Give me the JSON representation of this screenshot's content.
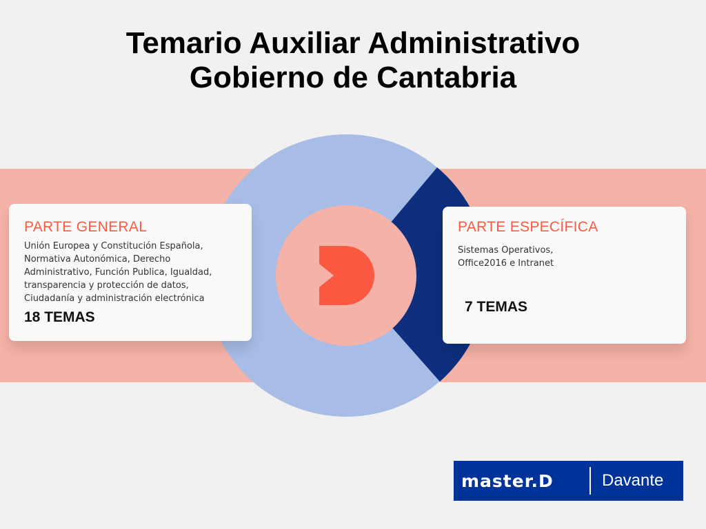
{
  "title": {
    "line1": "Temario Auxiliar Administrativo",
    "line2": "Gobierno de Cantabria"
  },
  "general": {
    "heading": "PARTE GENERAL",
    "lines": [
      "Unión Europea y Constitución Española,",
      "Normativa Autonómica, Derecho",
      "Administrativo, Función Publica, Igualdad,",
      "transparencia y protección de datos,",
      "Ciudadanía y administración electrónica"
    ],
    "count": "18 TEMAS"
  },
  "specific": {
    "heading": "PARTE ESPECÍFICA",
    "lines": [
      "Sistemas Operativos,",
      "Office2016 e Intranet"
    ],
    "count": "7 TEMAS"
  },
  "logo": {
    "brand1": "master.D",
    "brand2": "Davante"
  },
  "colors": {
    "background": "#f1f1f1",
    "band": "#f5b2a8",
    "circle": "#a8bde6",
    "wedge": "#0d2f7e",
    "inner": "#f5b2a8",
    "accent": "#fc5a40",
    "logo_bg": "#003399"
  }
}
